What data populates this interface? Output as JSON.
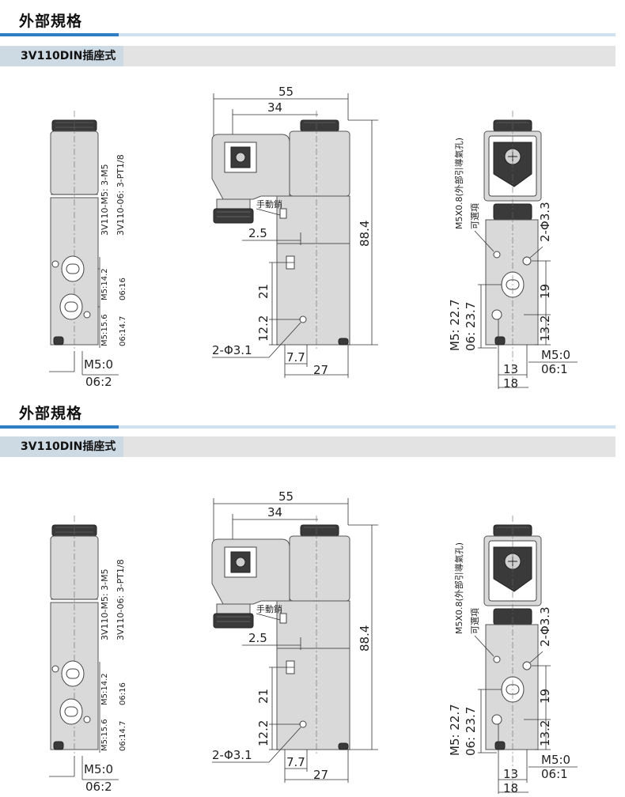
{
  "sections": [
    {
      "title": "外部規格",
      "subtitle": "3V110DIN插座式",
      "side_view": {
        "model_line_1": "3V110-M5: 3-M5",
        "model_line_2": "3V110-06: 3-PT1/8",
        "port_upper_m5": "M5:14.2",
        "port_upper_06": "06:16",
        "port_lower_m5": "M5:15.6",
        "port_lower_06": "06:14.7",
        "bottom_m5": "M5:0",
        "bottom_06": "06:2"
      },
      "front_view": {
        "width_total": "55",
        "width_coil": "34",
        "manual_pin": "手動銷",
        "offset_small": "2.5",
        "height_total": "88.4",
        "pitch_1": "21",
        "pitch_2": "12.2",
        "holes": "2-Φ3.1",
        "bottom_small": "7.7",
        "bottom_width": "27"
      },
      "end_view": {
        "exhaust_note": "M5X0.8(外部引導氣孔)",
        "optional": "可選項",
        "holes": "2-Φ3.3",
        "port_m5": "M5: 22.7",
        "port_06": "06: 23.7",
        "pitch_19": "19",
        "pitch_13_2": "13.2",
        "bottom_m5": "M5:0",
        "bottom_06": "06:1",
        "width_13": "13",
        "width_18": "18"
      }
    },
    {
      "title": "外部規格",
      "subtitle": "3V110DIN插座式",
      "side_view": {
        "model_line_1": "3V110-M5: 3-M5",
        "model_line_2": "3V110-06: 3-PT1/8",
        "port_upper_m5": "M5:14.2",
        "port_upper_06": "06:16",
        "port_lower_m5": "M5:15.6",
        "port_lower_06": "06:14.7",
        "bottom_m5": "M5:0",
        "bottom_06": "06:2"
      },
      "front_view": {
        "width_total": "55",
        "width_coil": "34",
        "manual_pin": "手動銷",
        "offset_small": "2.5",
        "height_total": "88.4",
        "pitch_1": "21",
        "pitch_2": "12.2",
        "holes": "2-Φ3.1",
        "bottom_small": "7.7",
        "bottom_width": "27"
      },
      "end_view": {
        "exhaust_note": "M5X0.8(外部引導氣孔)",
        "optional": "可選項",
        "holes": "2-Φ3.3",
        "port_m5": "M5: 22.7",
        "port_06": "06: 23.7",
        "pitch_19": "19",
        "pitch_13_2": "13.2",
        "bottom_m5": "M5:0",
        "bottom_06": "06:1",
        "width_13": "13",
        "width_18": "18"
      }
    }
  ]
}
